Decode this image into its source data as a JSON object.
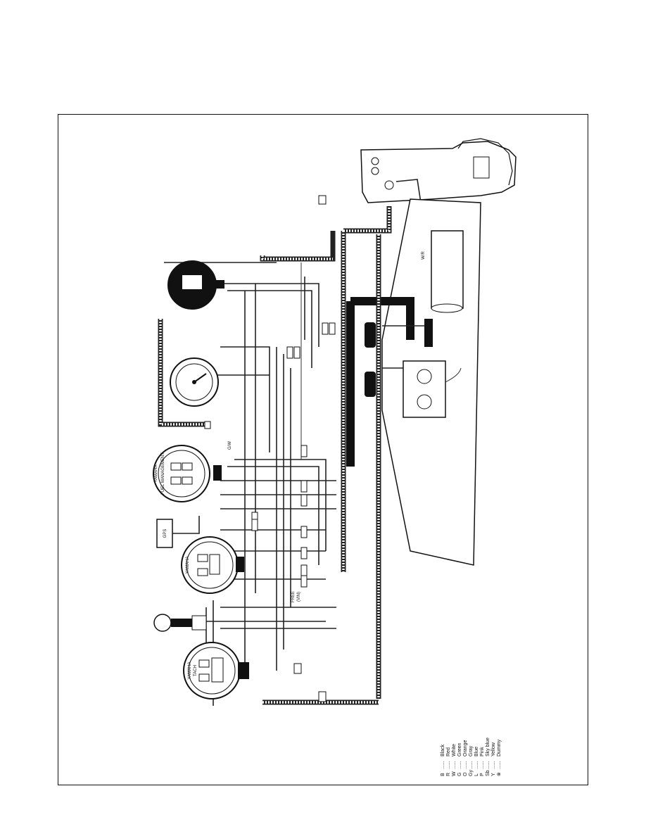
{
  "gauges": {
    "tach_brand": "YAMAHA",
    "tach_name": "TACH",
    "speed_brand": "YAMAHA",
    "fuel_brand": "YAMAHA",
    "fuel_name": "FUEL MANAGEMENT",
    "gps_label": "GPS"
  },
  "wire_codes": {
    "g_w": "G/W",
    "w_r": "W/R",
    "free": "FREE",
    "vin": "(VIN)"
  },
  "legend": [
    {
      "code": "B",
      "color": "Black"
    },
    {
      "code": "R",
      "color": "Red"
    },
    {
      "code": "W",
      "color": "White"
    },
    {
      "code": "G",
      "color": "Green"
    },
    {
      "code": "O",
      "color": "Orange"
    },
    {
      "code": "Gy",
      "color": "Gray"
    },
    {
      "code": "L",
      "color": "Blue"
    },
    {
      "code": "P",
      "color": "Pink"
    },
    {
      "code": "Sb",
      "color": "Sky blue"
    },
    {
      "code": "Y",
      "color": "Yellow"
    },
    {
      "code": "⊗",
      "color": "Dummy"
    }
  ]
}
